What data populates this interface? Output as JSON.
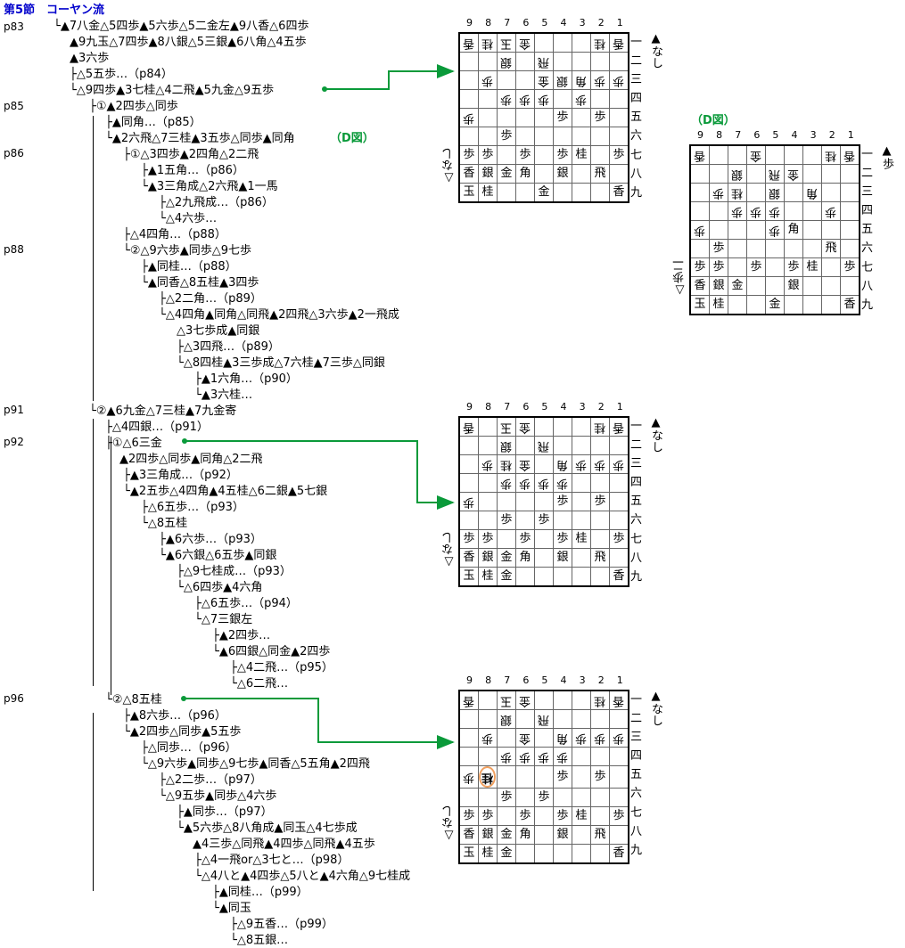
{
  "title": "第5節　コーヤン流",
  "pages": {
    "p83": "p83",
    "p85": "p85",
    "p86": "p86",
    "p88": "p88",
    "p91": "p91",
    "p92": "p92",
    "p96": "p96"
  },
  "lines": [
    "└▲7八金△5四歩▲5六歩△5二金左▲9八香△6四歩",
    "▲9九玉△7四歩▲8八銀△5三銀▲6八角△4五歩",
    "▲3六歩",
    "├△5五歩…（p84）",
    "└△9四歩▲3七桂△4二飛▲5九金△9五歩",
    "├①▲2四歩△同歩",
    "├▲同角…（p85）",
    "└▲2六飛△7三桂▲3五歩△同歩▲同角",
    "（D図）",
    "├①△3四歩▲2四角△2二飛",
    "├▲1五角…（p86）",
    "└▲3三角成△2六飛▲1一馬",
    "├△2九飛成…（p86）",
    "└△4六歩…",
    "├△4四角…（p88）",
    "└②△9六歩▲同歩△9七歩",
    "├▲同桂…（p88）",
    "└▲同香△8五桂▲3四歩",
    "├△2二角…（p89）",
    "└△4四角▲同角△同飛▲2四飛△3六歩▲2一飛成",
    "△3七歩成▲同銀",
    "├△3四飛…（p89）",
    "└△8四桂▲3三歩成△7六桂▲7三歩△同銀",
    "├▲1六角…（p90）",
    "└▲3六桂…",
    "└②▲6九金△7三桂▲7九金寄",
    "├△4四銀…（p91）",
    "├①△6三金",
    "▲2四歩△同歩▲同角△2二飛",
    "├▲3三角成…（p92）",
    "└▲2五歩△4四角▲4五桂△6二銀▲5七銀",
    "├△6五歩…（p93）",
    "└△8五桂",
    "├▲6六歩…（p93）",
    "└▲6六銀△6五歩▲同銀",
    "├△9七桂成…（p93）",
    "└△6四歩▲4六角",
    "├△6五歩…（p94）",
    "└△7三銀左",
    "├▲2四歩…",
    "└▲6四銀△同金▲2四歩",
    "├△4二飛…（p95）",
    "└△6二飛…",
    "└②△8五桂",
    "├▲8六歩…（p96）",
    "└▲2四歩△同歩▲5五歩",
    "├△同歩…（p96）",
    "└△9六歩▲同歩△9七歩▲同香△5五角▲2四飛",
    "├△2二歩…（p97）",
    "└△9五歩▲同歩△4六歩",
    "├▲同歩…（p97）",
    "└▲5六歩△8八角成▲同玉△4七歩成",
    "▲4三歩△同飛▲4四歩△同飛▲4五歩",
    "├△4一飛or△3七と…（p98）",
    "└△4八と▲4四歩△5八と▲4六角△9七桂成",
    "├▲同桂…（p99）",
    "└▲同玉",
    "├△9五香…（p99）",
    "└△8五銀…"
  ],
  "boards": {
    "files": [
      "9",
      "8",
      "7",
      "6",
      "5",
      "4",
      "3",
      "2",
      "1"
    ],
    "ranks": [
      "一",
      "二",
      "三",
      "四",
      "五",
      "六",
      "七",
      "八",
      "九"
    ],
    "b1": {
      "hand_top": "▲なし",
      "hand_bot": "△なし",
      "rows": [
        [
          "v香",
          "v桂",
          "v玉",
          "v金",
          "",
          "",
          "",
          "v桂",
          "v香"
        ],
        [
          "",
          "",
          "v銀",
          "",
          "v飛",
          "",
          "",
          "",
          ""
        ],
        [
          "",
          "v歩",
          "",
          "",
          "v金",
          "v銀",
          "v角",
          "v歩",
          "v歩"
        ],
        [
          "",
          "",
          "v歩",
          "v歩",
          "v歩",
          "",
          "v歩",
          "",
          ""
        ],
        [
          "v歩",
          "",
          "",
          "",
          "",
          "歩",
          "",
          "歩",
          ""
        ],
        [
          "",
          "",
          "歩",
          "",
          "",
          "",
          "",
          "",
          ""
        ],
        [
          "歩",
          "歩",
          "",
          "歩",
          "",
          "歩",
          "桂",
          "",
          "歩"
        ],
        [
          "香",
          "銀",
          "金",
          "角",
          "",
          "銀",
          "",
          "飛",
          ""
        ],
        [
          "玉",
          "桂",
          "",
          "",
          "金",
          "",
          "",
          "",
          "香"
        ]
      ]
    },
    "b2": {
      "label": "（D図）",
      "hand_top": "▲歩",
      "hand_bot": "△歩二",
      "rows": [
        [
          "v香",
          "",
          "",
          "v金",
          "",
          "",
          "",
          "v桂",
          "v香"
        ],
        [
          "",
          "",
          "v銀",
          "",
          "v飛",
          "v金",
          "",
          "",
          ""
        ],
        [
          "",
          "v歩",
          "v桂",
          "",
          "v銀",
          "",
          "v角",
          "",
          ""
        ],
        [
          "",
          "",
          "v歩",
          "v歩",
          "v歩",
          "",
          "",
          "v歩",
          ""
        ],
        [
          "v歩",
          "",
          "",
          "",
          "v歩",
          "角",
          "",
          "",
          ""
        ],
        [
          "",
          "歩",
          "",
          "",
          "",
          "",
          "",
          "飛",
          ""
        ],
        [
          "歩",
          "歩",
          "",
          "歩",
          "",
          "歩",
          "桂",
          "",
          "歩"
        ],
        [
          "香",
          "銀",
          "金",
          "",
          "",
          "銀",
          "",
          "",
          ""
        ],
        [
          "玉",
          "桂",
          "",
          "",
          "金",
          "",
          "",
          "",
          "香"
        ]
      ]
    },
    "b3": {
      "hand_top": "▲なし",
      "hand_bot": "△なし",
      "rows": [
        [
          "v香",
          "",
          "v玉",
          "v金",
          "",
          "",
          "",
          "v桂",
          "v香"
        ],
        [
          "",
          "",
          "v銀",
          "",
          "v飛",
          "",
          "",
          "",
          ""
        ],
        [
          "",
          "v歩",
          "v桂",
          "v金",
          "",
          "v角",
          "v歩",
          "v歩",
          "v歩"
        ],
        [
          "",
          "",
          "v歩",
          "v歩",
          "v歩",
          "v歩",
          "",
          "",
          ""
        ],
        [
          "v歩",
          "",
          "",
          "",
          "",
          "歩",
          "",
          "歩",
          ""
        ],
        [
          "",
          "",
          "歩",
          "",
          "歩",
          "",
          "",
          "",
          ""
        ],
        [
          "歩",
          "歩",
          "",
          "歩",
          "",
          "歩",
          "桂",
          "",
          "歩"
        ],
        [
          "香",
          "銀",
          "金",
          "角",
          "",
          "銀",
          "",
          "飛",
          ""
        ],
        [
          "玉",
          "桂",
          "金",
          "",
          "",
          "",
          "",
          "",
          "香"
        ]
      ]
    },
    "b4": {
      "hand_top": "▲なし",
      "hand_bot": "△なし",
      "rows": [
        [
          "v香",
          "",
          "v玉",
          "v金",
          "",
          "",
          "",
          "v桂",
          "v香"
        ],
        [
          "",
          "",
          "v銀",
          "",
          "v飛",
          "",
          "",
          "",
          ""
        ],
        [
          "",
          "v歩",
          "",
          "v金",
          "",
          "v角",
          "v歩",
          "v歩",
          "v歩"
        ],
        [
          "",
          "",
          "v歩",
          "v歩",
          "v歩",
          "v歩",
          "",
          "",
          ""
        ],
        [
          "v歩",
          "*v桂",
          "",
          "",
          "",
          "歩",
          "",
          "歩",
          ""
        ],
        [
          "",
          "",
          "歩",
          "",
          "歩",
          "",
          "",
          "",
          ""
        ],
        [
          "歩",
          "歩",
          "",
          "歩",
          "",
          "歩",
          "桂",
          "",
          "歩"
        ],
        [
          "香",
          "銀",
          "金",
          "角",
          "",
          "銀",
          "",
          "飛",
          ""
        ],
        [
          "玉",
          "桂",
          "金",
          "",
          "",
          "",
          "",
          "",
          "香"
        ]
      ]
    }
  },
  "colors": {
    "title": "#0000cc",
    "arrow": "#0a9a3a",
    "highlight": "#f0a060"
  }
}
